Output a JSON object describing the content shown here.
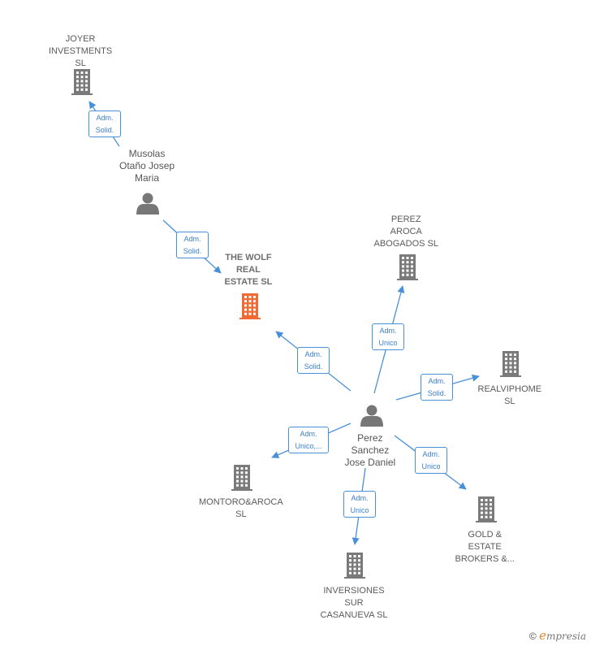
{
  "colors": {
    "edge": "#4a90d9",
    "building": "#7a7a7a",
    "focus_building": "#f06a35",
    "person": "#777777"
  },
  "nodes": [
    {
      "id": "joyer",
      "type": "company",
      "label": [
        "JOYER",
        "INVESTMENTS",
        "SL"
      ]
    },
    {
      "id": "musolas",
      "type": "person",
      "label": [
        "Musolas",
        "Otaño Josep",
        "Maria"
      ]
    },
    {
      "id": "wolf",
      "type": "company",
      "focus": true,
      "label": [
        "THE WOLF",
        "REAL",
        "ESTATE  SL"
      ]
    },
    {
      "id": "perez_aroca",
      "type": "company",
      "label": [
        "PEREZ",
        "AROCA",
        "ABOGADOS  SL"
      ]
    },
    {
      "id": "realviphome",
      "type": "company",
      "label": [
        "REALVIPHOME",
        "SL"
      ]
    },
    {
      "id": "perez_sanchez",
      "type": "person",
      "label": [
        "Perez",
        "Sanchez",
        "Jose Daniel"
      ]
    },
    {
      "id": "montoro",
      "type": "company",
      "label": [
        "MONTORO&AROCA",
        "SL"
      ]
    },
    {
      "id": "inversiones",
      "type": "company",
      "label": [
        "INVERSIONES",
        "SUR",
        "CASANUEVA SL"
      ]
    },
    {
      "id": "gold",
      "type": "company",
      "label": [
        "GOLD &",
        "ESTATE",
        "BROKERS &..."
      ]
    }
  ],
  "edges": [
    {
      "from": "musolas",
      "to": "joyer",
      "label": [
        "Adm.",
        "Solid."
      ]
    },
    {
      "from": "musolas",
      "to": "wolf",
      "label": [
        "Adm.",
        "Solid."
      ]
    },
    {
      "from": "perez_sanchez",
      "to": "wolf",
      "label": [
        "Adm.",
        "Solid."
      ]
    },
    {
      "from": "perez_sanchez",
      "to": "perez_aroca",
      "label": [
        "Adm.",
        "Unico"
      ]
    },
    {
      "from": "perez_sanchez",
      "to": "realviphome",
      "label": [
        "Adm.",
        "Solid."
      ]
    },
    {
      "from": "perez_sanchez",
      "to": "montoro",
      "label": [
        "Adm.",
        "Unico,..."
      ]
    },
    {
      "from": "perez_sanchez",
      "to": "inversiones",
      "label": [
        "Adm.",
        "Unico"
      ]
    },
    {
      "from": "perez_sanchez",
      "to": "gold",
      "label": [
        "Adm.",
        "Unico"
      ]
    }
  ],
  "brand": {
    "copyright": "©",
    "initial": "e",
    "name": "mpresia"
  }
}
